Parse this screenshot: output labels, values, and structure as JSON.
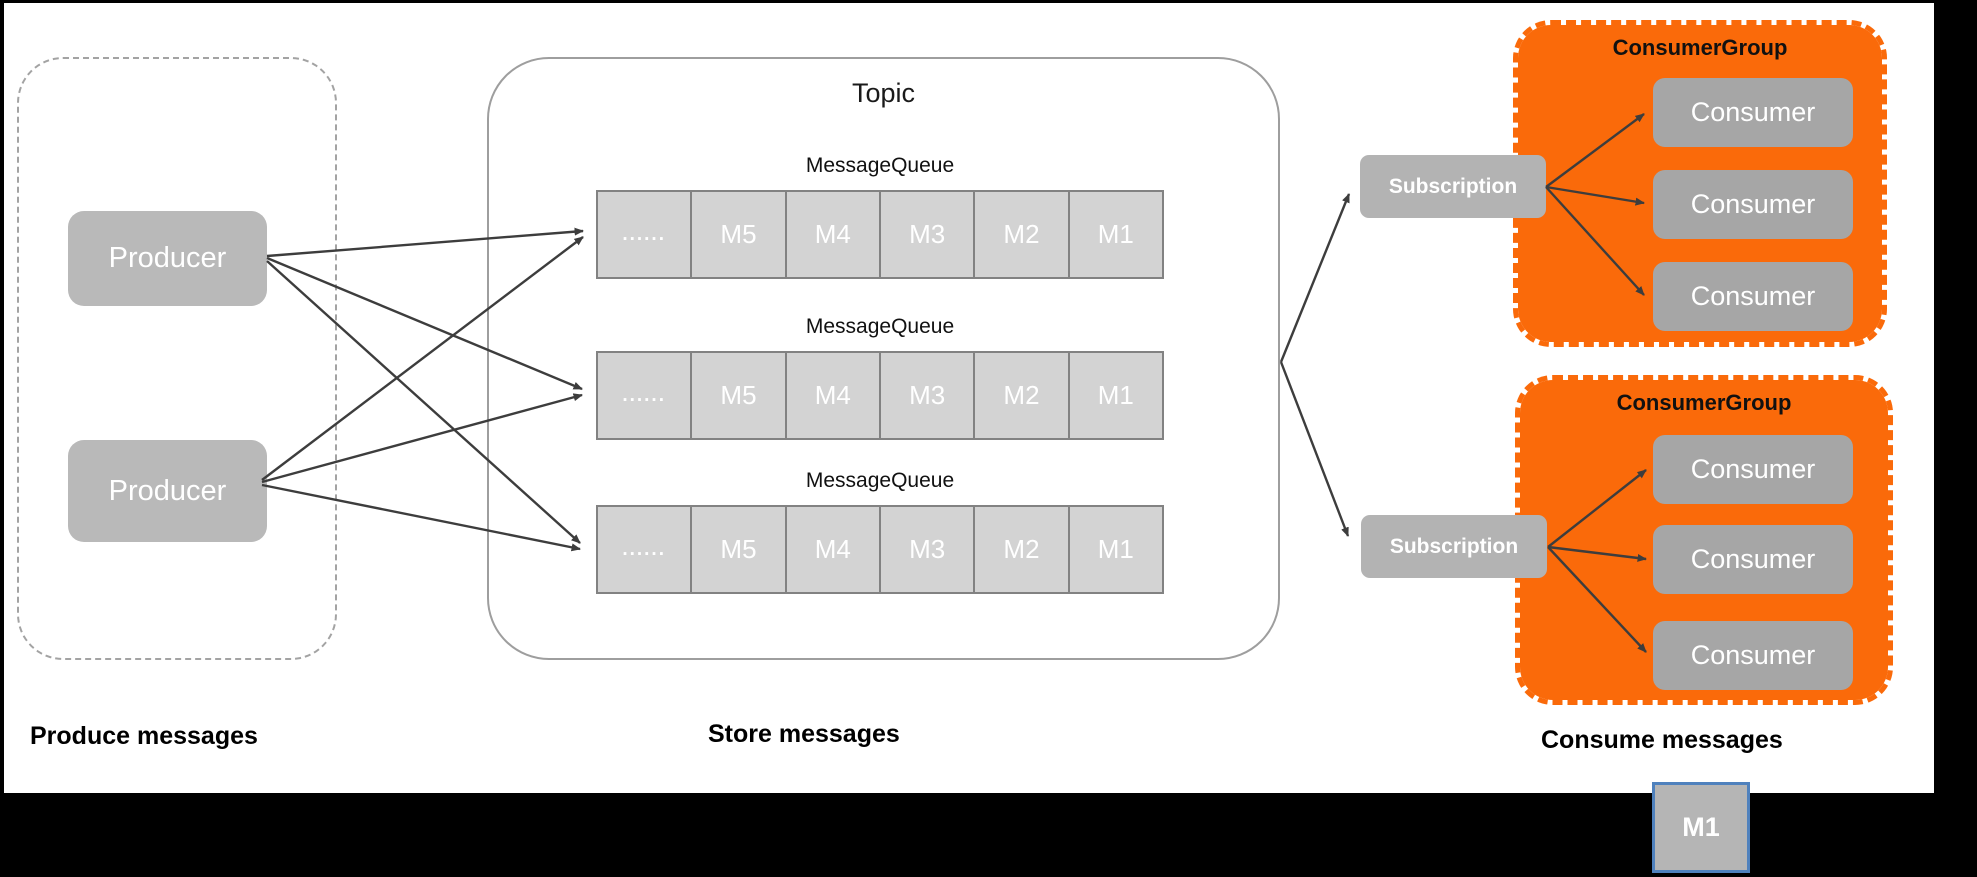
{
  "sections": {
    "produce_label": "Produce messages",
    "store_label": "Store messages",
    "consume_label": "Consume messages"
  },
  "producers": [
    {
      "label": "Producer"
    },
    {
      "label": "Producer"
    }
  ],
  "topic": {
    "title": "Topic",
    "queues": [
      {
        "label": "MessageQueue",
        "cells": [
          "......",
          "M5",
          "M4",
          "M3",
          "M2",
          "M1"
        ]
      },
      {
        "label": "MessageQueue",
        "cells": [
          "......",
          "M5",
          "M4",
          "M3",
          "M2",
          "M1"
        ]
      },
      {
        "label": "MessageQueue",
        "cells": [
          "......",
          "M5",
          "M4",
          "M3",
          "M2",
          "M1"
        ]
      }
    ]
  },
  "subscriptions": [
    {
      "label": "Subscription"
    },
    {
      "label": "Subscription"
    }
  ],
  "consumer_groups": [
    {
      "label": "ConsumerGroup",
      "consumers": [
        {
          "label": "Consumer"
        },
        {
          "label": "Consumer"
        },
        {
          "label": "Consumer"
        }
      ]
    },
    {
      "label": "ConsumerGroup",
      "consumers": [
        {
          "label": "Consumer"
        },
        {
          "label": "Consumer"
        },
        {
          "label": "Consumer"
        }
      ]
    }
  ],
  "floating_message": {
    "label": "M1"
  },
  "colors": {
    "group_orange": "#fa6a0a",
    "producer_gray": "#b9b9b9",
    "subscription_gray": "#b3b3b3",
    "consumer_gray": "#a6a6a6",
    "queue_cell_gray": "#d3d3d3",
    "queue_cell_border": "#828282",
    "arrow": "#3d3d3d",
    "floating_message_border": "#4f81bd",
    "frame_black": "#000000"
  }
}
